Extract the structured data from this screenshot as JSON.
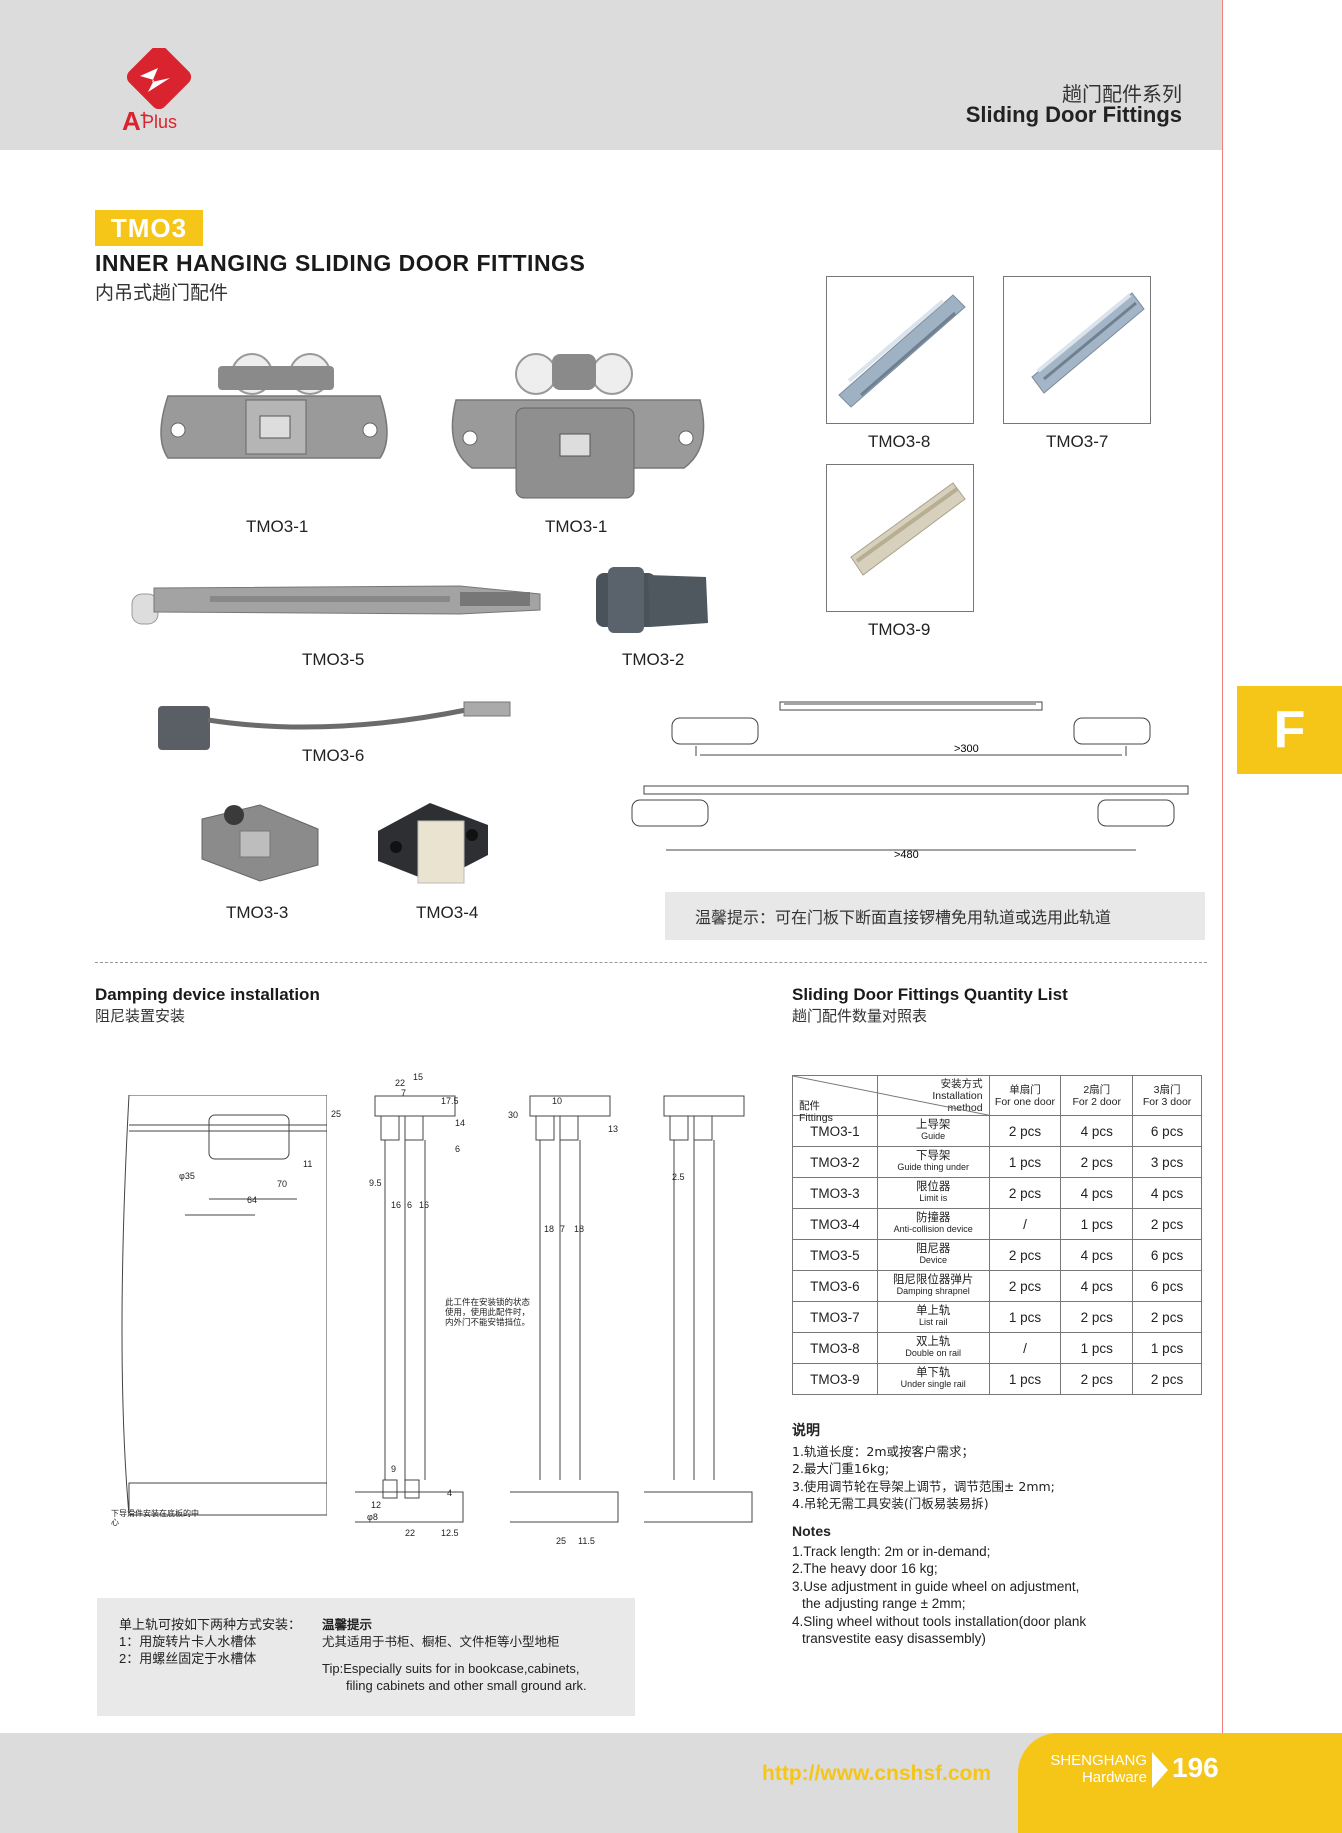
{
  "header": {
    "logo_text": "Plus",
    "series_cn": "趟门配件系列",
    "series_en": "Sliding Door Fittings"
  },
  "side_tab": "F",
  "product": {
    "model": "TMO3",
    "title": "INNER HANGING SLIDING DOOR FITTINGS",
    "subtitle": "内吊式趟门配件"
  },
  "parts": [
    {
      "label": "TMO3-1"
    },
    {
      "label": "TMO3-1"
    },
    {
      "label": "TMO3-5"
    },
    {
      "label": "TMO3-2"
    },
    {
      "label": "TMO3-6"
    },
    {
      "label": "TMO3-3"
    },
    {
      "label": "TMO3-4"
    },
    {
      "label": "TMO3-8"
    },
    {
      "label": "TMO3-7"
    },
    {
      "label": "TMO3-9"
    }
  ],
  "layout_diagram": {
    "dim_top": ">300",
    "dim_bottom": ">480"
  },
  "tip": "温馨提示：可在门板下断面直接锣槽免用轨道或选用此轨道",
  "damping": {
    "title": "Damping device installation",
    "subtitle": "阻尼装置安装",
    "note": "此工件在安装锁的状态使用，使用此配件时，内外门不能安错挡位。",
    "bottom_label": "下导滑件安装在底板的中心",
    "dims": {
      "d25": "25",
      "d22": "22",
      "d15": "15",
      "d7": "7",
      "d17_5": "17.5",
      "d14": "14",
      "d6": "6",
      "d11": "11",
      "d35": "φ35",
      "d70": "70",
      "d64": "64",
      "d9_5": "9.5",
      "d16a": "16",
      "d6b": "6",
      "d16b": "16",
      "d30": "30",
      "d10": "10",
      "d13": "13",
      "d18a": "18",
      "d7b": "7",
      "d18b": "18",
      "d9": "9",
      "d12": "12",
      "d8": "φ8",
      "d4": "4",
      "d22b": "22",
      "d12_5": "12.5",
      "d25b": "25",
      "d11_5": "11.5",
      "d2_5": "2.5"
    }
  },
  "quantity": {
    "title": "Sliding Door Fittings Quantity List",
    "subtitle": "趟门配件数量对照表",
    "header": {
      "method_cn": "安装方式",
      "method_en1": "Installation",
      "method_en2": "method",
      "fit_cn": "配件",
      "fit_en": "Fittings",
      "c1_cn": "单扇门",
      "c1_en": "For one door",
      "c2_cn": "2扇门",
      "c2_en": "For 2 door",
      "c3_cn": "3扇门",
      "c3_en": "For 3 door"
    },
    "rows": [
      {
        "fit": "TMO3-1",
        "cn": "上导架",
        "en": "Guide",
        "c1": "2 pcs",
        "c2": "4 pcs",
        "c3": "6 pcs"
      },
      {
        "fit": "TMO3-2",
        "cn": "下导架",
        "en": "Guide thing under",
        "c1": "1 pcs",
        "c2": "2 pcs",
        "c3": "3 pcs"
      },
      {
        "fit": "TMO3-3",
        "cn": "限位器",
        "en": "Limit is",
        "c1": "2 pcs",
        "c2": "4 pcs",
        "c3": "4 pcs"
      },
      {
        "fit": "TMO3-4",
        "cn": "防撞器",
        "en": "Anti-collision device",
        "c1": "/",
        "c2": "1 pcs",
        "c3": "2 pcs"
      },
      {
        "fit": "TMO3-5",
        "cn": "阻尼器",
        "en": "Device",
        "c1": "2 pcs",
        "c2": "4 pcs",
        "c3": "6 pcs"
      },
      {
        "fit": "TMO3-6",
        "cn": "阻尼限位器弹片",
        "en": "Damping shrapnel",
        "c1": "2 pcs",
        "c2": "4 pcs",
        "c3": "6 pcs"
      },
      {
        "fit": "TMO3-7",
        "cn": "单上轨",
        "en": "List rail",
        "c1": "1 pcs",
        "c2": "2 pcs",
        "c3": "2 pcs"
      },
      {
        "fit": "TMO3-8",
        "cn": "双上轨",
        "en": "Double on rail",
        "c1": "/",
        "c2": "1 pcs",
        "c3": "1 pcs"
      },
      {
        "fit": "TMO3-9",
        "cn": "单下轨",
        "en": "Under single rail",
        "c1": "1 pcs",
        "c2": "2 pcs",
        "c3": "2 pcs"
      }
    ]
  },
  "notes_cn": {
    "title": "说明",
    "items": [
      "1.轨道长度：2m或按客户需求；",
      "2.最大门重16kg;",
      "3.使用调节轮在导架上调节，调节范围± 2mm;",
      "4.吊轮无需工具安装(门板易装易拆)"
    ]
  },
  "notes_en": {
    "title": "Notes",
    "items": [
      "1.Track length: 2m or in-demand;",
      "2.The heavy door 16 kg;",
      "3.Use adjustment in guide wheel on adjustment,",
      "   the adjusting range ± 2mm;",
      "4.Sling wheel without tools installation(door plank",
      "   transvestite easy disassembly)"
    ]
  },
  "install_box": {
    "left_line1": "单上轨可按如下两种方式安装：",
    "left_line2": "1：用旋转片卡人水槽体",
    "left_line3": "2：用螺丝固定于水槽体",
    "tip_title": "温馨提示",
    "tip_cn": "尤其适用于书柜、橱柜、文件柜等小型地柜",
    "tip_en1": "Tip:Especially suits for in bookcase,cabinets,",
    "tip_en2": "filing cabinets and other small ground ark."
  },
  "footer": {
    "url": "http://www.cnshsf.com",
    "brand1": "SHENGHANG",
    "brand2": "Hardware",
    "page": "196"
  },
  "colors": {
    "accent": "#f5c518",
    "band": "#dcdcdc",
    "logo_red": "#d9232e"
  }
}
